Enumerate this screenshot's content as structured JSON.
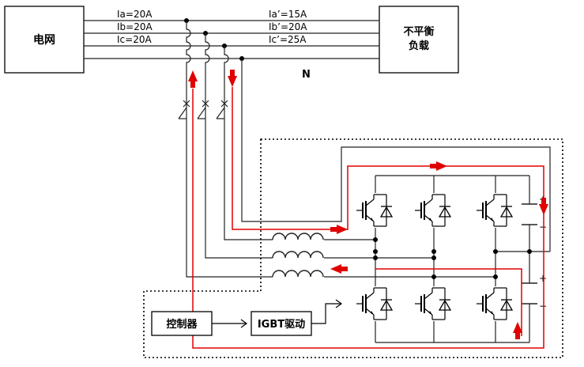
{
  "grid_box": {
    "label": "电网"
  },
  "load_box": {
    "line1": "不平衡",
    "line2": "负载"
  },
  "currents": {
    "ia": "Ia=20A",
    "ib": "Ib=20A",
    "ic": "Ic=20A",
    "ia_load": "Ia’=15A",
    "ib_load": "Ib’=20A",
    "ic_load": "Ic’=25A"
  },
  "neutral_label": "N",
  "controller_box": {
    "label": "控制器"
  },
  "driver_box": {
    "label": "IGBT驱动"
  },
  "capacitor_polarity": {
    "plus": "+",
    "minus": "−"
  },
  "colors": {
    "wire": "#222222",
    "current_path": "#e00000",
    "frame": "#000000"
  }
}
